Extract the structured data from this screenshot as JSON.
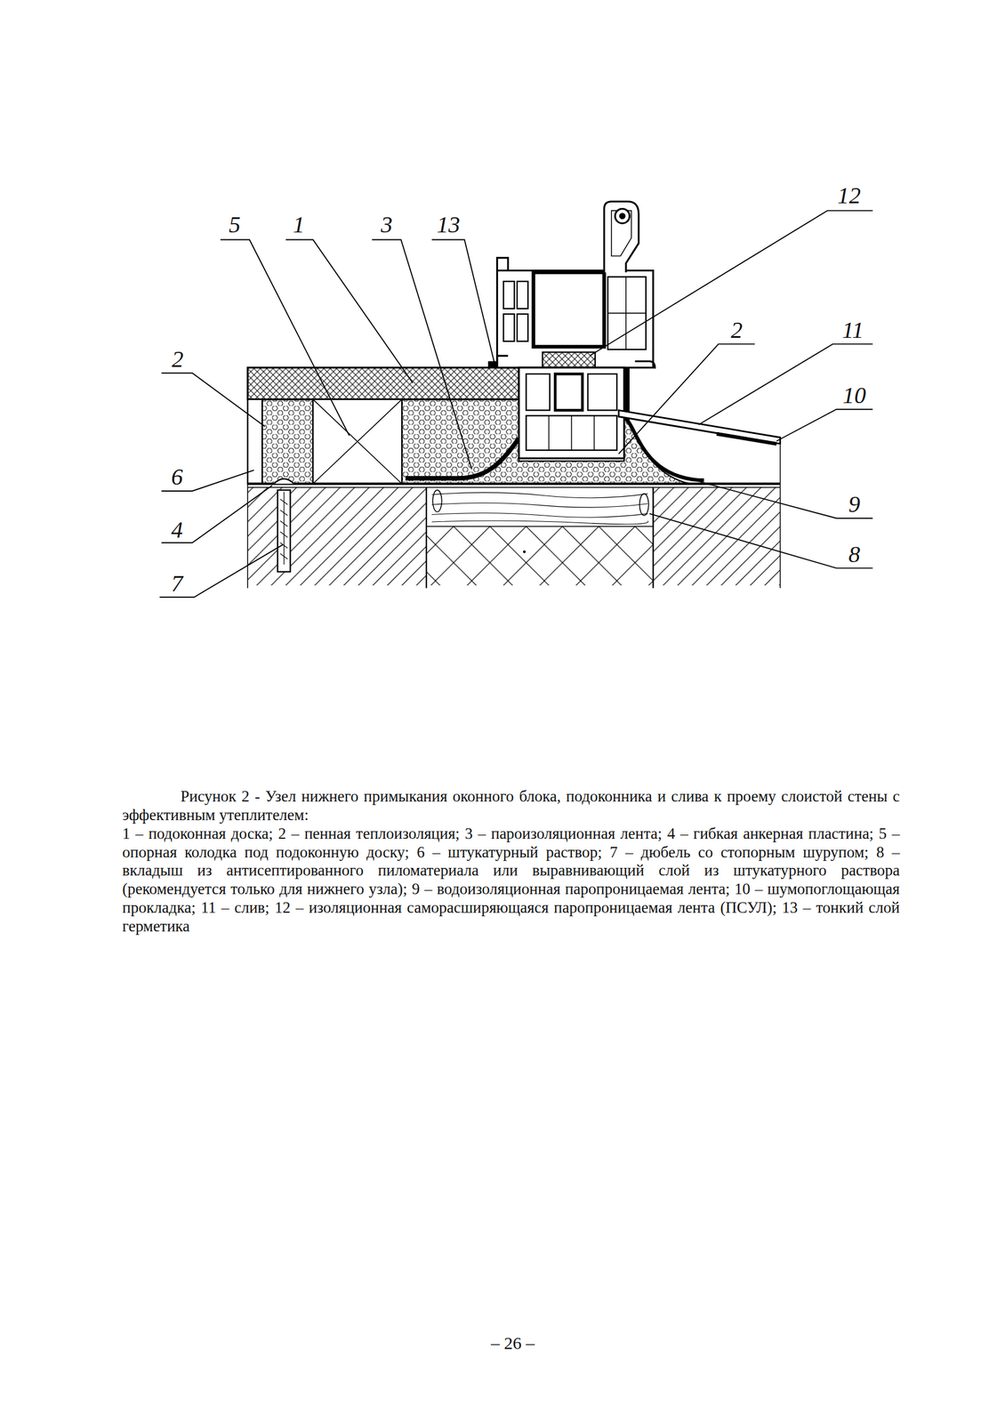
{
  "diagram": {
    "caption": "Рисунок 2 - Узел нижнего примыкания оконного блока, подоконника и слива к проему слоистой стены с эффективным утеплителем:",
    "labels": [
      "12",
      "5",
      "1",
      "3",
      "13",
      "2",
      "11",
      "2",
      "10",
      "6",
      "9",
      "4",
      "7",
      "8",
      "1 – подоконная доска; 2 – пенная теплоизоляция; 3 – пароизоляционная лента; 4 – гибкая анкерная пластина; 5 – опорная колодка под подоконную доску; 6 – штукатурный раствор; 7 – дюбель со стопорным шурупом; 8 – вкладыш из антисептированного пиломатериала или выравнивающий слой из штукатурного раствора (рекомендуется только для нижнего узла); 9 – водоизоляционная паропроницаемая лента; 10 – шумопоглощающая прокладка; 11 – слив; 12 – изоляционная саморасширяющаяся паропроницаемая лента (ПСУЛ); 13 – тонкий слой герметика",
      "– 26 –"
    ]
  }
}
